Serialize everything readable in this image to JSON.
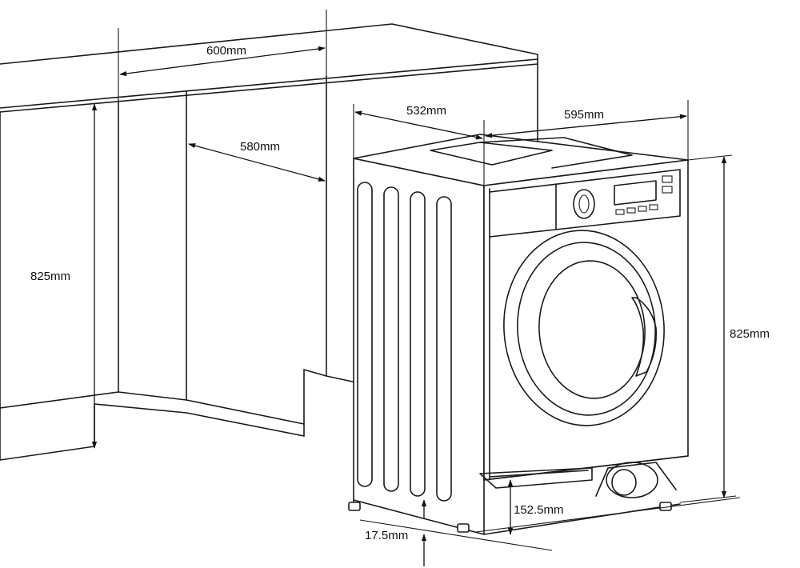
{
  "dimensions": {
    "cabinet_width": "600mm",
    "cabinet_depth": "580mm",
    "cabinet_height": "825mm",
    "machine_depth": "532mm",
    "machine_width": "595mm",
    "machine_height": "825mm",
    "plinth_height": "152.5mm",
    "foot_height": "17.5mm"
  }
}
